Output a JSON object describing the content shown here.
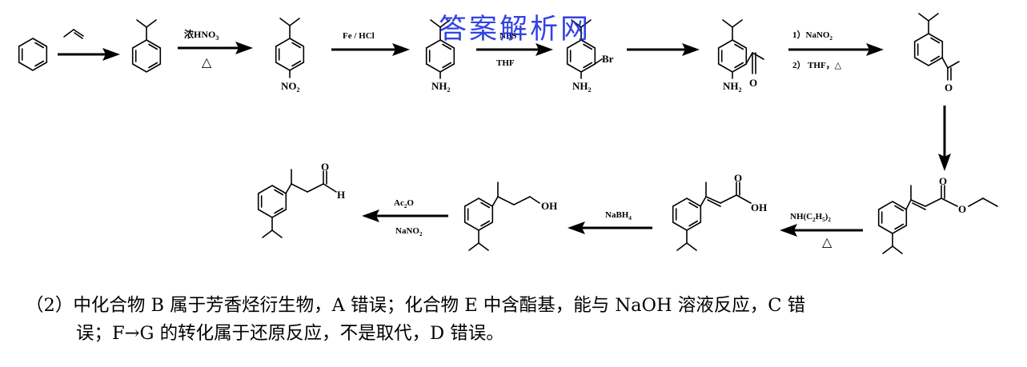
{
  "watermark": "答案解析网",
  "reagents": {
    "r1": "浓HNO",
    "r1_sub": "3",
    "r1_below": "△",
    "r2": "Fe / HCl",
    "r3": "NBS",
    "r3_below": "THF",
    "r5_line1": "1）NaNO",
    "r5_line1_sub": "2",
    "r5_line2": "2） THF，△",
    "r7": "NH(C",
    "r7_sub1": "2",
    "r7_mid": "H",
    "r7_sub2": "5",
    "r7_end": ")",
    "r7_sub3": "2",
    "r7_below": "△",
    "r8": "NaBH",
    "r8_sub": "4",
    "r9": "Ac",
    "r9_sub": "2",
    "r9_end": "O",
    "r9_below": "NaNO",
    "r9_below_sub": "2"
  },
  "atoms": {
    "no2": "NO",
    "no2_sub": "2",
    "nh2": "NH",
    "nh2_sub": "2",
    "br": "Br",
    "o": "O",
    "oh": "OH",
    "h": "H"
  },
  "explanation": {
    "line1": "（2）中化合物 B 属于芳香烃衍生物，A 错误；化合物 E 中含酯基，能与 NaOH 溶液反应，C 错",
    "line2": "误；F→G 的转化属于还原反应，不是取代，D 错误。"
  }
}
